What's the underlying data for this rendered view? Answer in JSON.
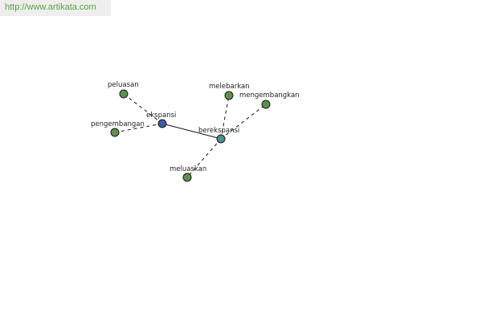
{
  "header": {
    "url": "http://www.artikata.com"
  },
  "colors": {
    "url_text": "#58a33a",
    "url_bg": "#eeeeee",
    "node_synonym": "#5e8f4f",
    "node_primary": "#3d5a9e",
    "node_secondary": "#4b8e93",
    "edge": "#111111"
  },
  "nodes": [
    {
      "id": "ekspansi",
      "label": "ekspansi",
      "kind": "primary"
    },
    {
      "id": "berekspansi",
      "label": "berekspansi",
      "kind": "secondary"
    },
    {
      "id": "peluasan",
      "label": "peluasan",
      "kind": "synonym"
    },
    {
      "id": "pengembangan",
      "label": "pengembangan",
      "kind": "synonym"
    },
    {
      "id": "melebarkan",
      "label": "melebarkan",
      "kind": "synonym"
    },
    {
      "id": "mengembangkan",
      "label": "mengembangkan",
      "kind": "synonym"
    },
    {
      "id": "meluaskan",
      "label": "meluaskan",
      "kind": "synonym"
    }
  ],
  "edges": [
    {
      "from": "ekspansi",
      "to": "berekspansi",
      "style": "solid"
    },
    {
      "from": "ekspansi",
      "to": "peluasan",
      "style": "dashed"
    },
    {
      "from": "ekspansi",
      "to": "pengembangan",
      "style": "dashed"
    },
    {
      "from": "berekspansi",
      "to": "melebarkan",
      "style": "dashed"
    },
    {
      "from": "berekspansi",
      "to": "mengembangkan",
      "style": "dashed"
    },
    {
      "from": "berekspansi",
      "to": "meluaskan",
      "style": "dashed"
    }
  ]
}
